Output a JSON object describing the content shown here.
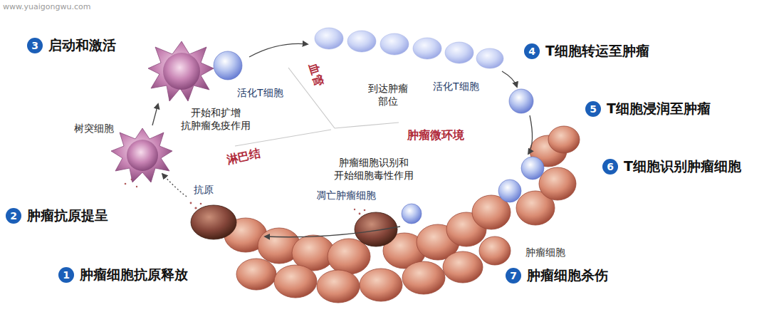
{
  "diagram": {
    "nodes": [
      {
        "text": [
          "3",
          "启动和激活"
        ]
      },
      {
        "text": [
          "4",
          "T细胞转运至肿瘤"
        ]
      },
      {
        "text": [
          "5",
          "T细胞浸润至肿瘤"
        ]
      },
      {
        "text": [
          "6",
          "T细胞识别肿瘤细胞"
        ]
      },
      {
        "text": [
          "2",
          "肿瘤抗原提呈"
        ]
      },
      {
        "text": [
          "1",
          "肿瘤细胞抗原释放"
        ]
      },
      {
        "text": [
          "7",
          "肿瘤细胞杀伤"
        ]
      }
    ],
    "labels": [
      "www.yuaigongwu.com",
      "活化T细胞",
      "树突细胞",
      "开始和扩增 抗肿瘤免疫作用",
      "血管",
      "淋巴结",
      "到达肿瘤 部位",
      "活化T细胞",
      "肿瘤微环境",
      "肿瘤细胞识别和 开始细胞毒性作用",
      "凋亡肿瘤细胞",
      "抗原",
      "肿瘤细胞"
    ]
  }
}
